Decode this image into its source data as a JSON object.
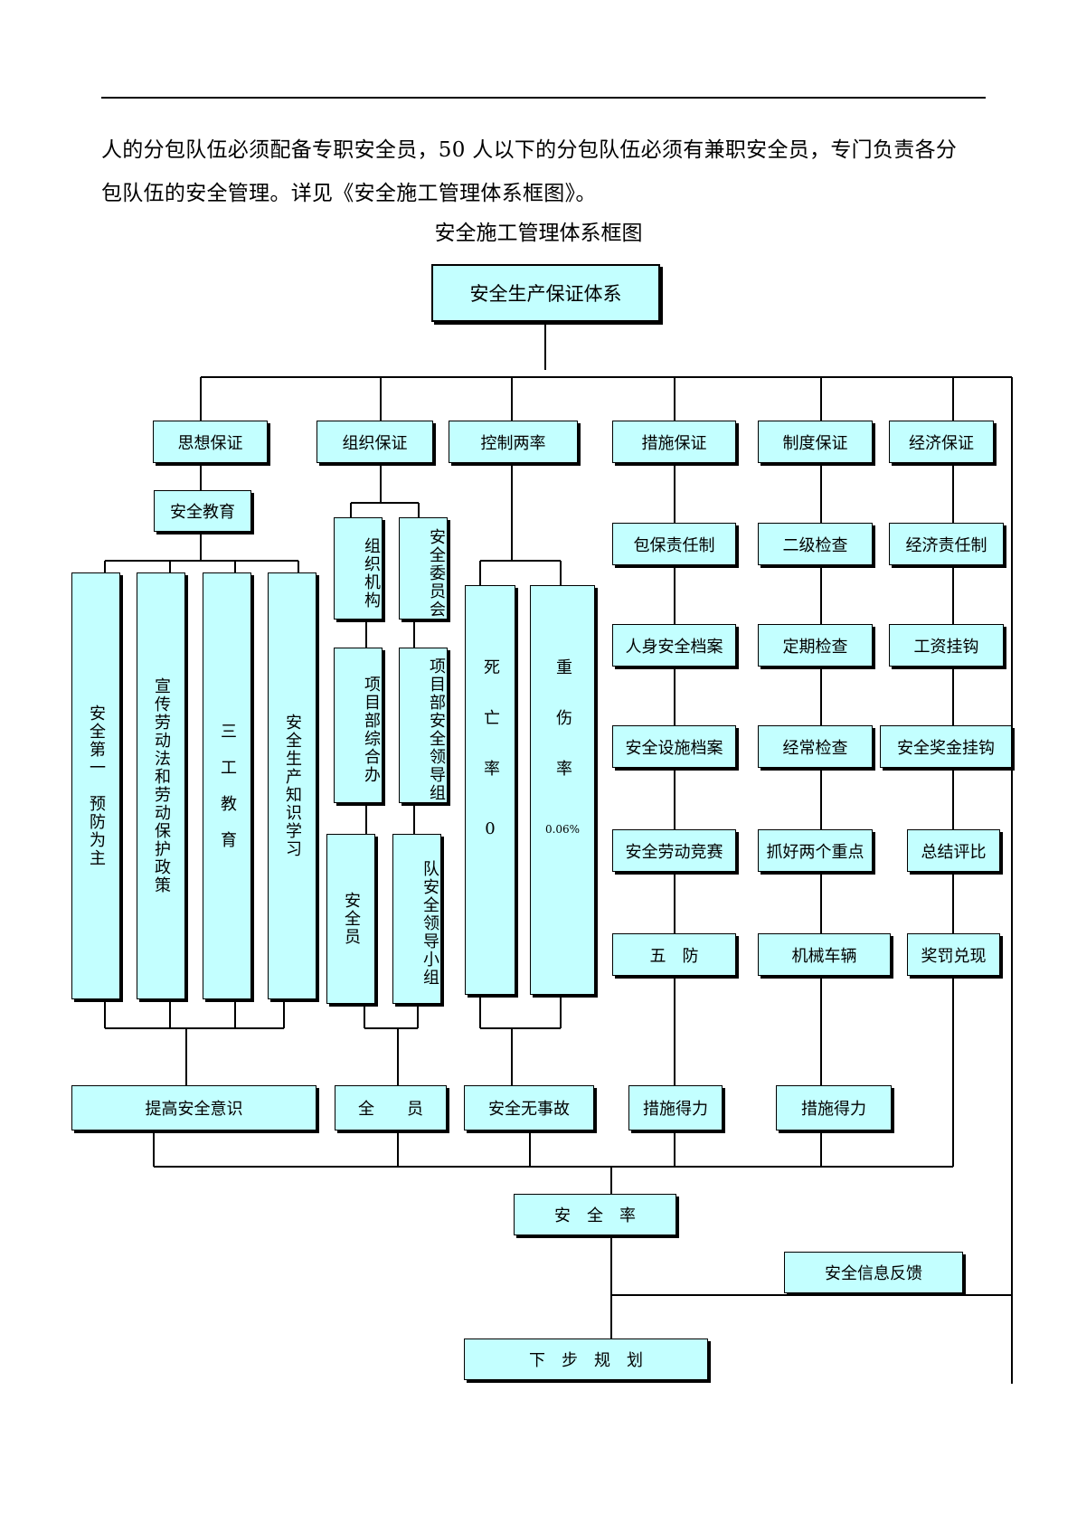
{
  "paragraph": {
    "line1": "人的分包队伍必须配备专职安全员，50 人以下的分包队伍必须有兼职安全员，专门负责各分",
    "line2": "包队伍的安全管理。详见《安全施工管理体系框图》。"
  },
  "diagram": {
    "title": "安全施工管理体系框图",
    "root": "安全生产保证体系",
    "categories": [
      "思想保证",
      "组织保证",
      "控制两率",
      "措施保证",
      "制度保证",
      "经济保证"
    ],
    "thought": {
      "education": "安全教育",
      "columns": [
        "安全第一　预防为主",
        "宣传劳动法和劳动保护政策",
        "三　工　教　育",
        "安全生产知识学习"
      ],
      "result": "提高安全意识"
    },
    "organization": {
      "org": "组织机构",
      "committee": "安全委员会",
      "office": "项目部综合办",
      "leaders": "项目部安全领导组",
      "officer": "安全员",
      "team_leaders": "队安全领导小组",
      "result": "全　　员"
    },
    "control": {
      "death": "死亡率",
      "death_value": "0",
      "injury": "重伤率",
      "injury_value": "0.06%",
      "result": "安全无事故"
    },
    "measures": {
      "items": [
        "包保责任制",
        "人身安全档案",
        "安全设施档案",
        "安全劳动竞赛",
        "五　防"
      ],
      "result": "措施得力"
    },
    "system": {
      "items": [
        "二级检查",
        "定期检查",
        "经常检查",
        "抓好两个重点",
        "机械车辆"
      ],
      "result": "措施得力"
    },
    "economy": {
      "items": [
        "经济责任制",
        "工资挂钩",
        "安全奖金挂钩",
        "总结评比",
        "奖罚兑现"
      ]
    },
    "safety_rate": "安　全　率",
    "feedback": "安全信息反馈",
    "next_plan": "下　步　规　划"
  }
}
